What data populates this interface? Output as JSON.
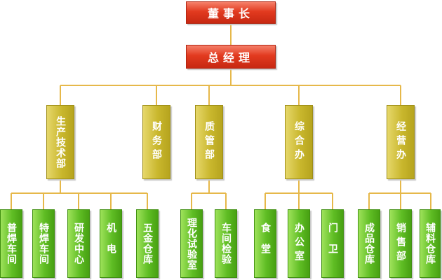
{
  "org": {
    "chairman": "董事长",
    "gm": "总经理",
    "departments": [
      {
        "label": "生产技术部",
        "units": [
          "普焊车间",
          "特焊车间",
          "研发中心",
          "机电",
          "五金仓库"
        ]
      },
      {
        "label": "财务部",
        "units": []
      },
      {
        "label": "质管部",
        "units": [
          "理化试验室",
          "车间检验"
        ]
      },
      {
        "label": "综合办",
        "units": [
          "食堂",
          "办公室",
          "门卫"
        ]
      },
      {
        "label": "经营办",
        "units": [
          "成品仓库",
          "销售部",
          "辅料仓库"
        ]
      }
    ]
  },
  "colors": {
    "line": "#e6b84a",
    "executive": "#e23a1f",
    "department": "#c9b72d",
    "unit": "#5fbd24"
  }
}
